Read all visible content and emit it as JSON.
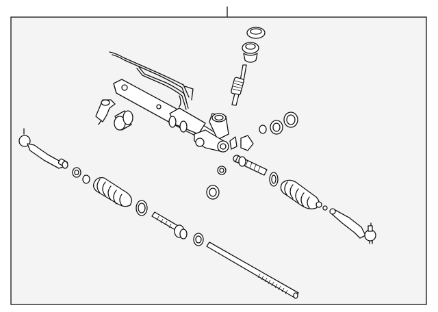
{
  "diagram": {
    "title": "",
    "colors": {
      "background": "#ffffff",
      "frame_fill": "#f4f4f4",
      "line": "#111111"
    },
    "parts": [
      {
        "name": "pinion-shaft-assembly",
        "icon": "pinion-shaft-icon"
      },
      {
        "name": "hydraulic-lines",
        "icon": "pipe-icon"
      },
      {
        "name": "rack-housing",
        "icon": "housing-icon"
      },
      {
        "name": "mounting-bracket",
        "icon": "bracket-icon"
      },
      {
        "name": "mount-bushing",
        "icon": "bushing-icon"
      },
      {
        "name": "seal-kit",
        "icon": "seal-icon"
      },
      {
        "name": "inner-tie-rod",
        "icon": "rod-icon"
      },
      {
        "name": "boot",
        "icon": "bellows-icon"
      },
      {
        "name": "outer-tie-rod",
        "icon": "tie-rod-end-icon"
      },
      {
        "name": "steering-rack",
        "icon": "rack-icon"
      }
    ]
  }
}
